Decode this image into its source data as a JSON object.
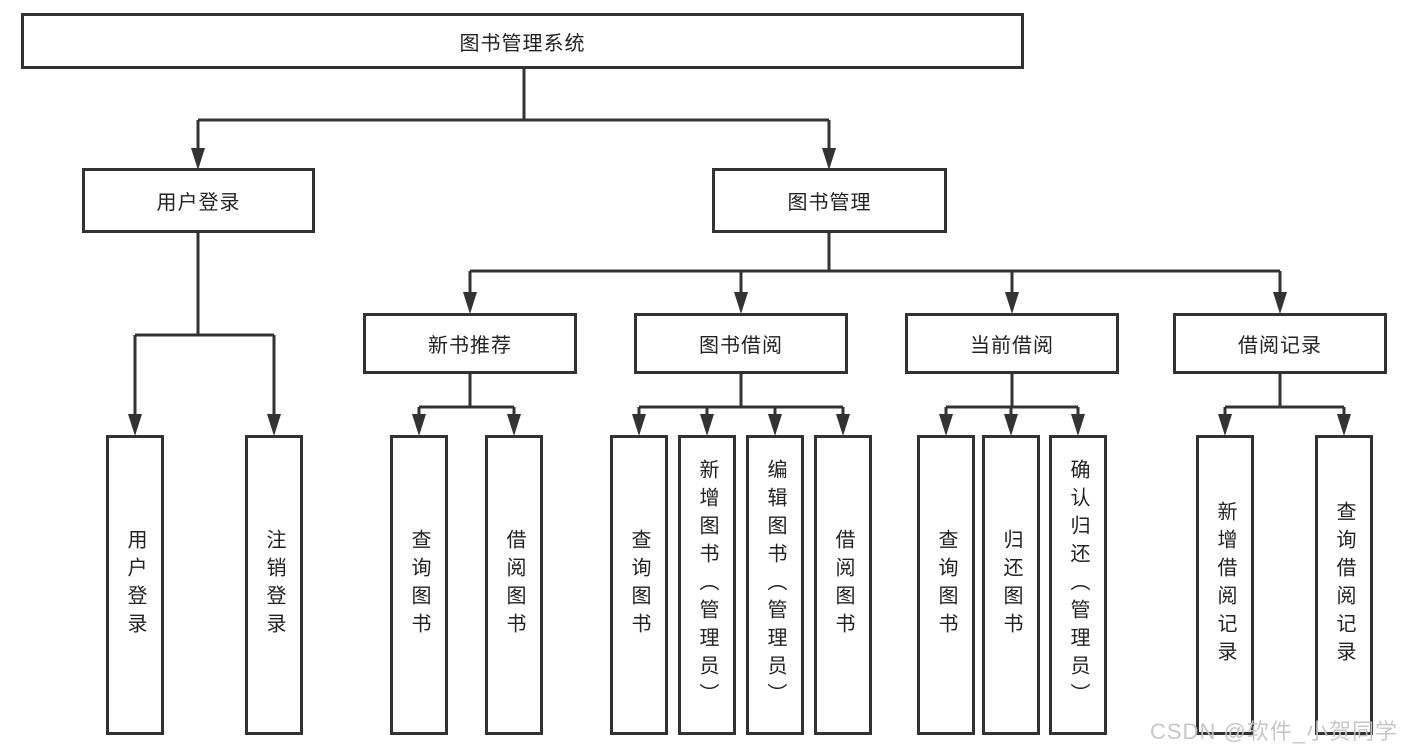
{
  "diagram": {
    "root": {
      "label": "图书管理系统"
    },
    "branches": [
      {
        "label": "用户登录",
        "children": [
          "用户登录",
          "注销登录"
        ]
      },
      {
        "label": "图书管理"
      }
    ],
    "modules": [
      {
        "label": "新书推荐",
        "children": [
          "查询图书",
          "借阅图书"
        ]
      },
      {
        "label": "图书借阅",
        "children": [
          "查询图书",
          "新增图书（管理员）",
          "编辑图书（管理员）",
          "借阅图书"
        ]
      },
      {
        "label": "当前借阅",
        "children": [
          "查询图书",
          "归还图书",
          "确认归还（管理员）"
        ]
      },
      {
        "label": "借阅记录",
        "children": [
          "新增借阅记录",
          "查询借阅记录"
        ]
      }
    ],
    "colors": {
      "line": "#333333",
      "text": "#222222",
      "background": "#ffffff"
    }
  },
  "watermark": {
    "text": "CSDN @软件_小贺同学"
  }
}
